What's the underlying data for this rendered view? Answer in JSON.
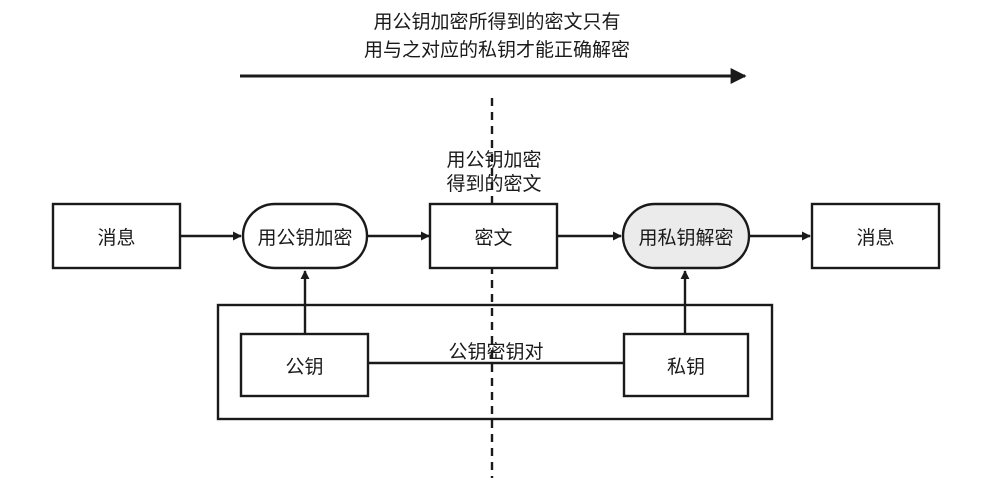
{
  "caption": {
    "line1": "用公钥加密所得到的密文只有",
    "line2": "用与之对应的私钥才能正确解密"
  },
  "ciphertext_note": {
    "line1": "用公钥加密",
    "line2": "得到的密文"
  },
  "nodes": {
    "message_in": "消息",
    "encrypt": "用公钥加密",
    "ciphertext": "密文",
    "decrypt": "用私钥解密",
    "message_out": "消息",
    "public_key": "公钥",
    "private_key": "私钥",
    "key_pair": "公钥密钥对"
  },
  "colors": {
    "stroke": "#1a1a1a",
    "decrypt_fill": "#ebebeb",
    "background": "#ffffff"
  }
}
